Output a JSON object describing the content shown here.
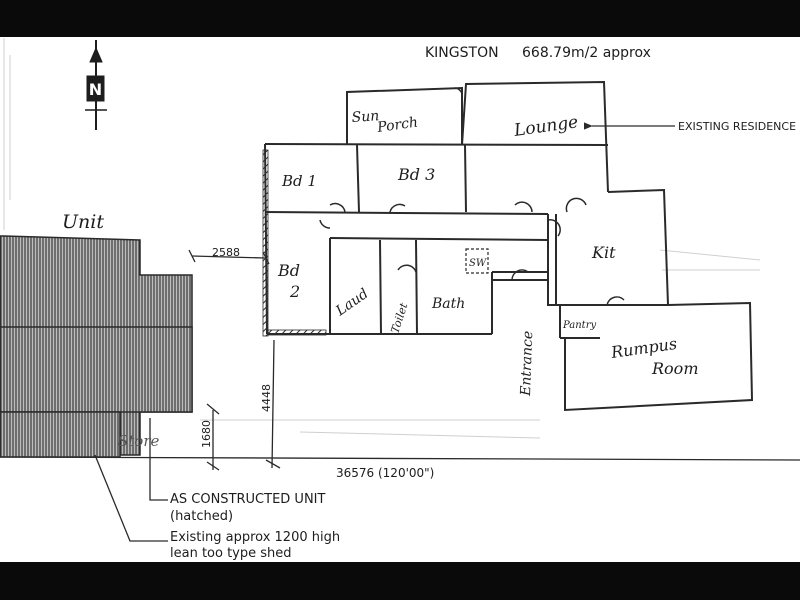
{
  "title": {
    "suburb": "KINGSTON",
    "area": "668.79m/2 approx"
  },
  "north_marker": "N",
  "annotations": {
    "existing_residence": "EXISTING RESIDENCE",
    "constructed_unit": "AS CONSTRUCTED UNIT",
    "constructed_unit_note": "(hatched)",
    "shed_line1": "Existing approx 1200 high",
    "shed_line2": "lean too type shed"
  },
  "dimensions": {
    "frontage": "36576 (120'00\")",
    "side_setback": "2588",
    "rear_setback": "4448",
    "shed_depth": "1680"
  },
  "rooms": {
    "sun_porch_1": "Sun",
    "sun_porch_2": "Porch",
    "lounge": "Lounge",
    "bed1": "Bd 1",
    "bed3": "Bd 3",
    "bed2_a": "Bd",
    "bed2_b": "2",
    "laundry": "Laud",
    "toilet": "Toilet",
    "bath": "Bath",
    "shower": "SW",
    "kitchen": "Kit",
    "pantry": "Pantry",
    "rumpus_1": "Rumpus",
    "rumpus_2": "Room",
    "entrance": "Entrance",
    "unit": "Unit",
    "store": "Store"
  },
  "colors": {
    "paper": "#ffffff",
    "ink": "#2a2a2a",
    "hatch": "#3a3a3a",
    "faded": "#c9c9c9"
  }
}
